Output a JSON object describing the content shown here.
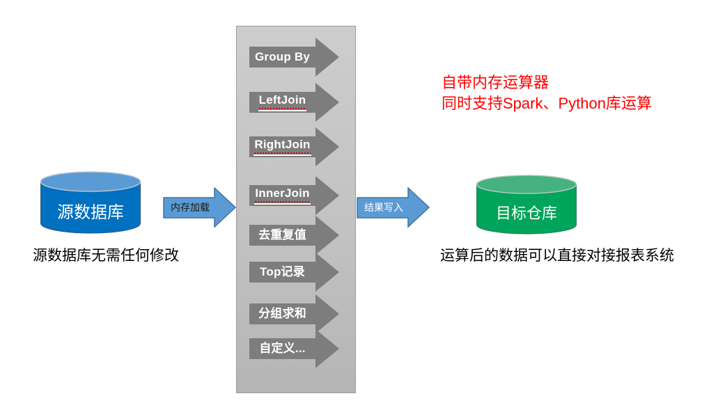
{
  "diagram_title": "memory-compute-etl-flow",
  "colors": {
    "source_cylinder_body": "#0070C0",
    "source_cylinder_top": "#5B9BD5",
    "target_cylinder_body": "#00A45A",
    "target_cylinder_top": "#45B27F",
    "flow_arrow_fill": "#5B9BD5",
    "flow_arrow_border": "#41719C",
    "panel_background": "#C6C6C6",
    "panel_border": "#9B9B9B",
    "operation_arrow_fill": "#7D7D7D",
    "operation_text": "#FFFFFF",
    "note_text": "#FF0000",
    "caption_text": "#000000",
    "spellcheck_squiggle": "#D40000"
  },
  "source_db": {
    "label": "源数据库",
    "caption": "源数据库无需任何修改"
  },
  "target_db": {
    "label": "目标仓库",
    "caption": "运算后的数据可以直接对接报表系统"
  },
  "flow_arrows": {
    "load": "内存加载",
    "write": "结果写入"
  },
  "note": {
    "line1": "自带内存运算器",
    "line2": "同时支持Spark、Python库运算"
  },
  "operations": [
    {
      "label": "Group By",
      "spellcheck": false
    },
    {
      "label": "LeftJoin",
      "spellcheck": true
    },
    {
      "label": "RightJoin",
      "spellcheck": true
    },
    {
      "label": "InnerJoin",
      "spellcheck": true
    },
    {
      "label": "去重复值",
      "spellcheck": false
    },
    {
      "label": "Top记录",
      "spellcheck": false
    },
    {
      "label": "分组求和",
      "spellcheck": false
    },
    {
      "label": "自定义...",
      "spellcheck": false
    }
  ]
}
